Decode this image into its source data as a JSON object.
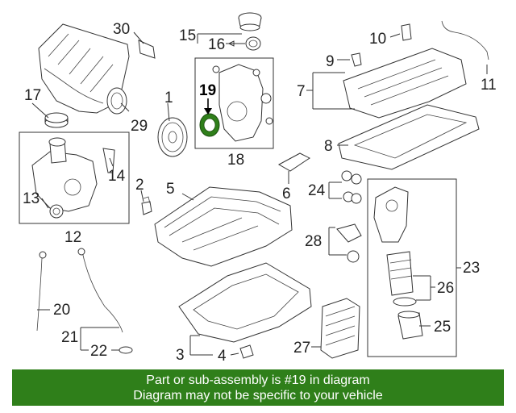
{
  "diagram": {
    "callouts": {
      "c1": "1",
      "c2": "2",
      "c3": "3",
      "c4": "4",
      "c5": "5",
      "c6": "6",
      "c7": "7",
      "c8": "8",
      "c9": "9",
      "c10": "10",
      "c11": "11",
      "c12": "12",
      "c13": "13",
      "c14": "14",
      "c15": "15",
      "c16": "16",
      "c17": "17",
      "c18": "18",
      "c19": "19",
      "c20": "20",
      "c21": "21",
      "c22": "22",
      "c23": "23",
      "c24": "24",
      "c25": "25",
      "c26": "26",
      "c27": "27",
      "c28": "28",
      "c29": "29",
      "c30": "30"
    },
    "highlighted_part": "19",
    "highlight_color": "#2f7f1a"
  },
  "banner": {
    "line1": "Part or sub-assembly is #19 in diagram",
    "line2": "Diagram may not be specific to your vehicle",
    "background": "#2f7f1a"
  }
}
